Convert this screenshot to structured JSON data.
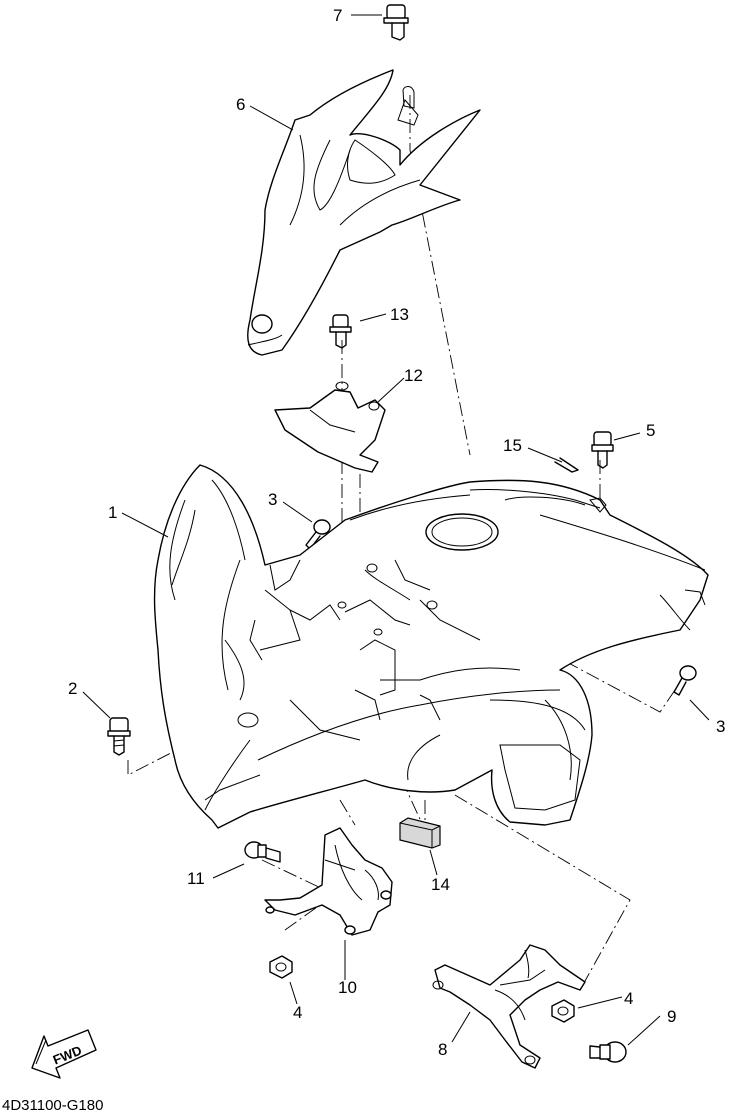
{
  "callouts": {
    "p1": "1",
    "p2": "2",
    "p3a": "3",
    "p3b": "3",
    "p4a": "4",
    "p4b": "4",
    "p5": "5",
    "p6": "6",
    "p7": "7",
    "p8": "8",
    "p9": "9",
    "p10": "10",
    "p11": "11",
    "p12": "12",
    "p13": "13",
    "p14": "14",
    "p15": "15"
  },
  "direction_arrow": {
    "label": "FWD"
  },
  "drawing_code": "4D31100-G180",
  "icons": [
    "fwd-arrow-icon",
    "bolt-icon",
    "nut-icon",
    "rivet-icon"
  ]
}
